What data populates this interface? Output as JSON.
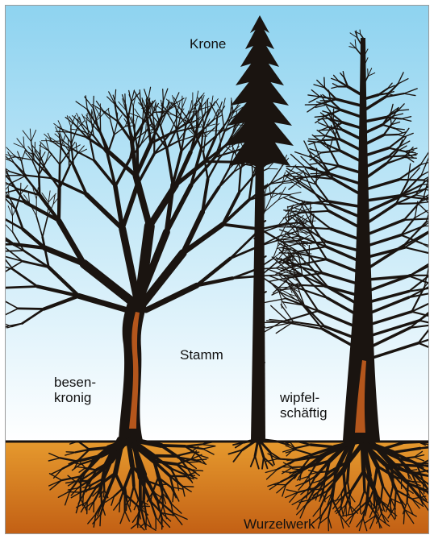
{
  "labels": {
    "crown": "Krone",
    "trunk": "Stamm",
    "broom_crowned": "besen-\nkronig",
    "single_trunk": "wipfel-\nschäftig",
    "roots": "Wurzelwerk"
  },
  "colors": {
    "sky_top": "#8ed3f0",
    "sky_bottom": "#ffffff",
    "soil_top": "#e69a2e",
    "soil_bottom": "#c25f14",
    "tree": "#1a1410",
    "trunk_bark": "#b4561c",
    "text": "#111111"
  }
}
